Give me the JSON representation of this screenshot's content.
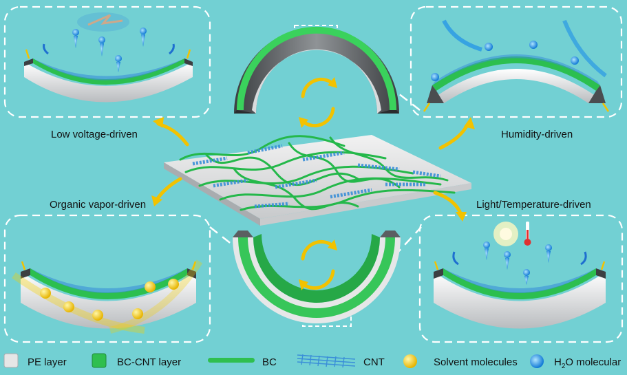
{
  "labels": {
    "low_voltage": "Low voltage-driven",
    "humidity": "Humidity-driven",
    "organic_vapor": "Organic vapor-driven",
    "light_temperature": "Light/Temperature-driven"
  },
  "legend": {
    "pe_layer": "PE layer",
    "bc_cnt_layer": "BC-CNT layer",
    "bc": "BC",
    "cnt": "CNT",
    "solvent": "Solvent molecules",
    "h2o_prefix": "H",
    "h2o_sub": "2",
    "h2o_suffix": "O molecular"
  },
  "colors": {
    "background": "#72d0d3",
    "pe_layer": "#e6e6e6",
    "bc_green": "#2fbf4f",
    "cnt_blue": "#3a8fd8",
    "solvent_yellow": "#f5d100",
    "water_blue": "#1e90e8",
    "cycle_arrow": "#f2c200",
    "dashed_frame": "#ffffff"
  }
}
